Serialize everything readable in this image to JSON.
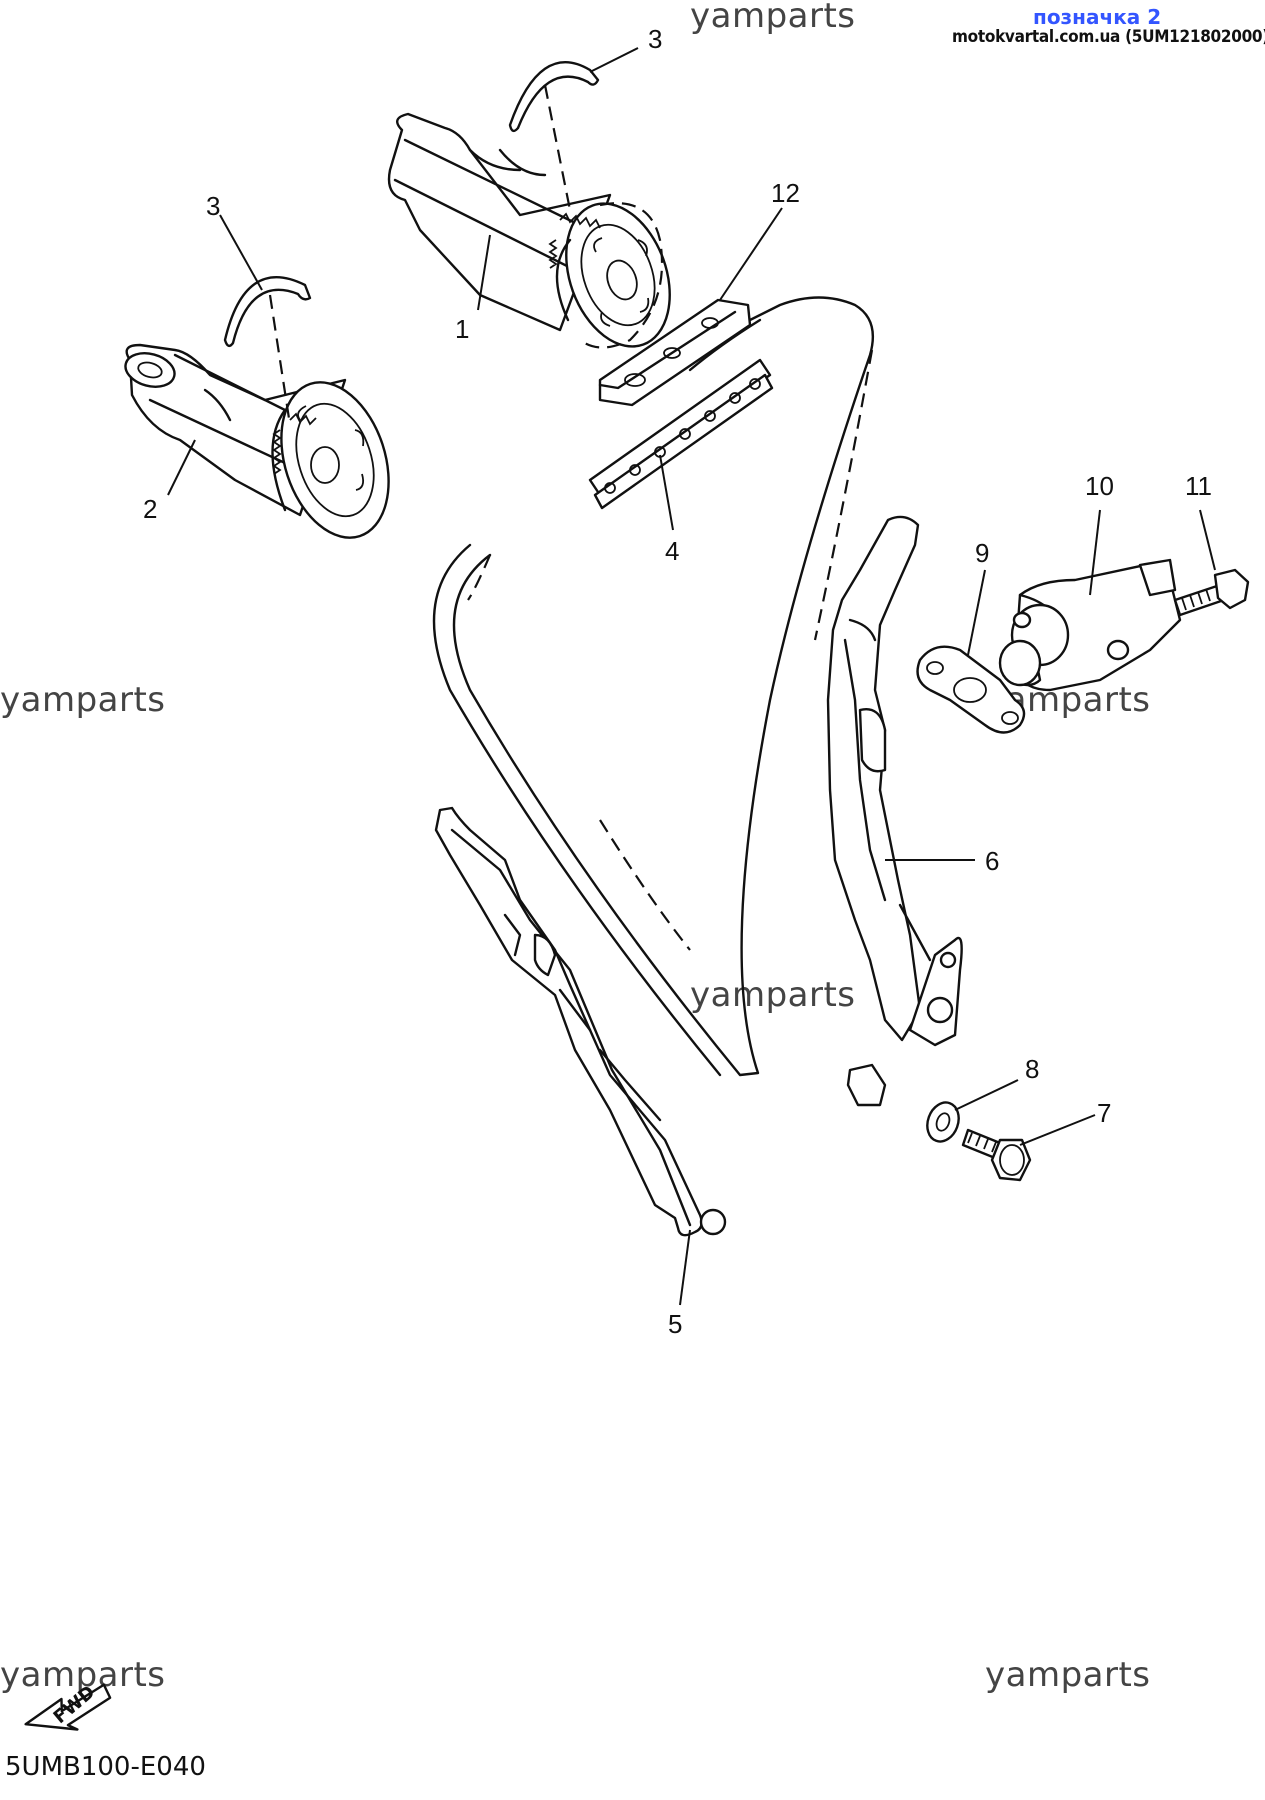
{
  "header": {
    "label": "позначка 2",
    "site": "motokvartal.com.ua (5UM121802000)"
  },
  "watermarks": {
    "top": "yamparts",
    "left": "yamparts",
    "right": "yamparts",
    "center": "yamparts",
    "bottom_left": "yamparts",
    "bottom_right": "yamparts"
  },
  "callouts": {
    "camshaft_1": "1",
    "camshaft_2": "2",
    "clip_3_top": "3",
    "clip_3_left": "3",
    "chain_4": "4",
    "guide_5": "5",
    "guide_6": "6",
    "bolt_7": "7",
    "washer_8": "8",
    "gasket_9": "9",
    "tensioner_10": "10",
    "bolt_11": "11",
    "stopper_12": "12"
  },
  "fwd_label": "FWD",
  "figure_code": "5UMB100-E040",
  "colors": {
    "line": "#111111",
    "header_label": "#3355ff",
    "watermark": "#444444"
  }
}
